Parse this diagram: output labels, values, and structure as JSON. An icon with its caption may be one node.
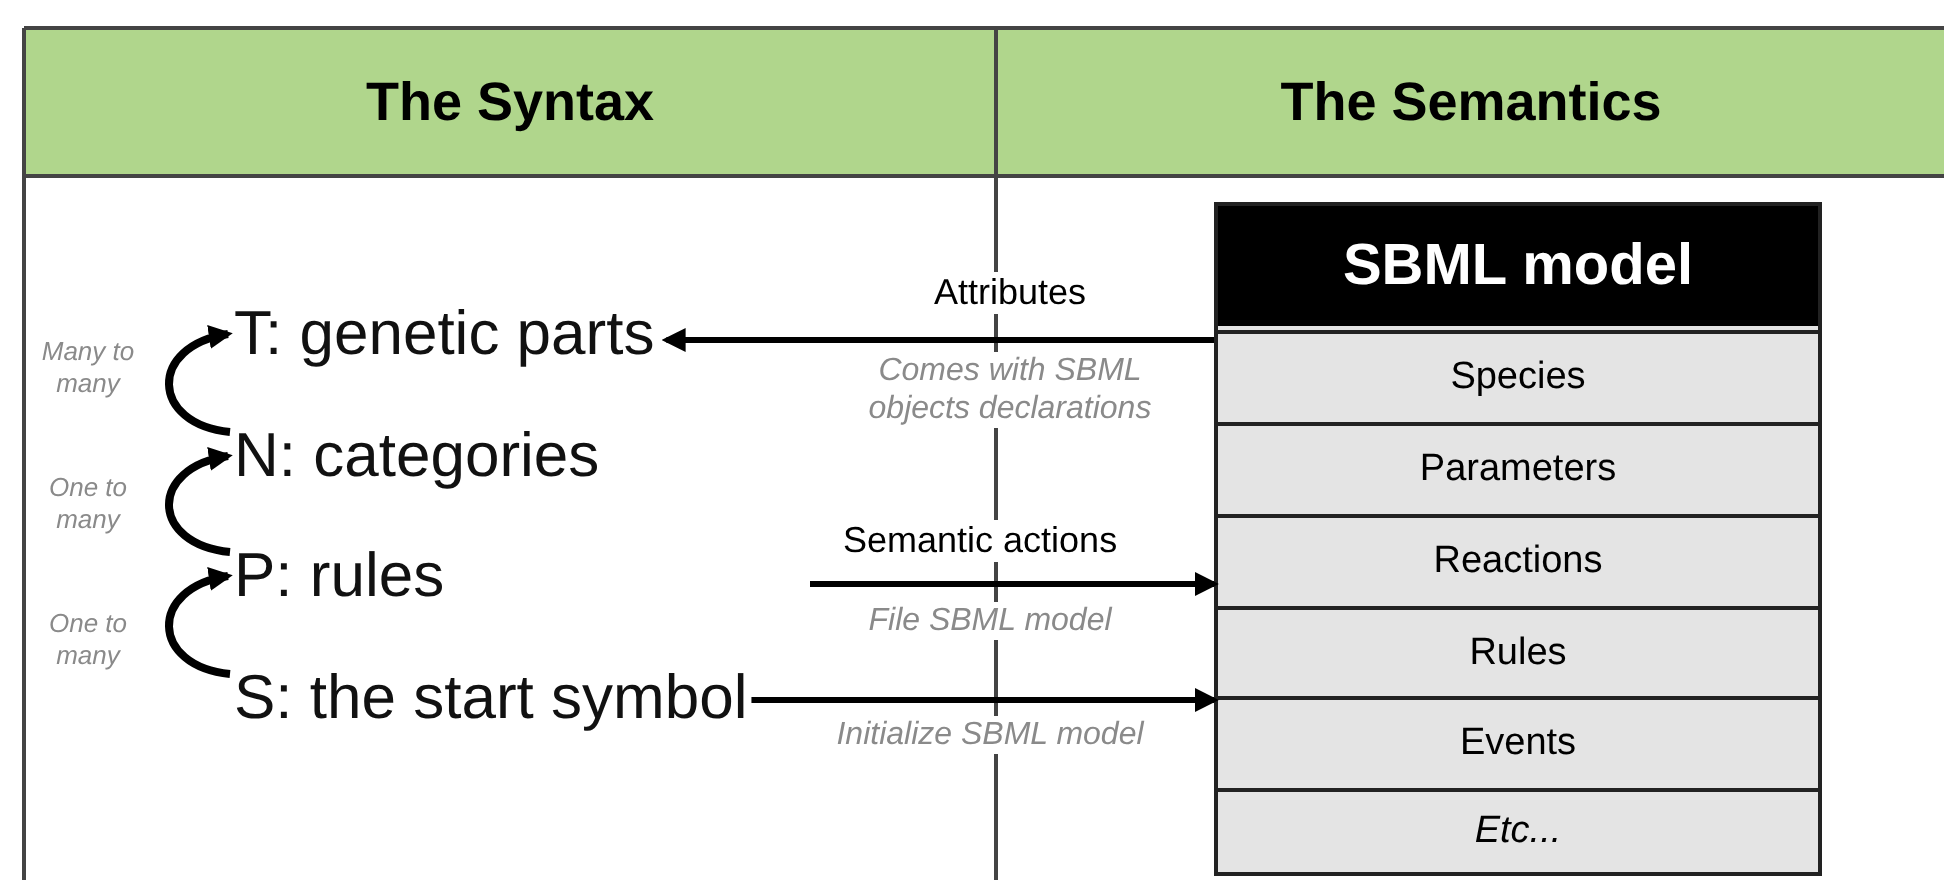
{
  "diagram": {
    "nodes": [
      {
        "text": [
          "The Syntax"
        ]
      },
      {
        "text": [
          "The Semantics"
        ]
      },
      {
        "text": [
          "T: genetic parts"
        ]
      },
      {
        "text": [
          "N: categories"
        ]
      },
      {
        "text": [
          "P: rules"
        ]
      },
      {
        "text": [
          "S: the start symbol"
        ]
      },
      {
        "text": [
          "SBML model"
        ]
      },
      {
        "text": [
          "Species"
        ],
        "in": 6
      },
      {
        "text": [
          "Parameters"
        ],
        "in": 6
      },
      {
        "text": [
          "Reactions"
        ],
        "in": 6
      },
      {
        "text": [
          "Rules"
        ],
        "in": 6
      },
      {
        "text": [
          "Events"
        ],
        "in": 6
      },
      {
        "text": [
          "Etc..."
        ],
        "in": 6
      }
    ],
    "edges": [
      {
        "from": 3,
        "to": 2,
        "arrow": "to",
        "label": "Many to many"
      },
      {
        "from": 4,
        "to": 3,
        "arrow": "to",
        "label": "One to many"
      },
      {
        "from": 5,
        "to": 4,
        "arrow": "to",
        "label": "One to many"
      },
      {
        "from": 6,
        "to": 2,
        "arrow": "to",
        "label": "Attributes"
      },
      {
        "from": null,
        "to": 6,
        "arrow": "to",
        "label": "Semantic actions"
      },
      {
        "from": 5,
        "to": 6,
        "arrow": "to",
        "label": "Initialize SBML model"
      }
    ],
    "labels": [
      "Comes with SBML objects declarations",
      "File SBML model"
    ]
  }
}
